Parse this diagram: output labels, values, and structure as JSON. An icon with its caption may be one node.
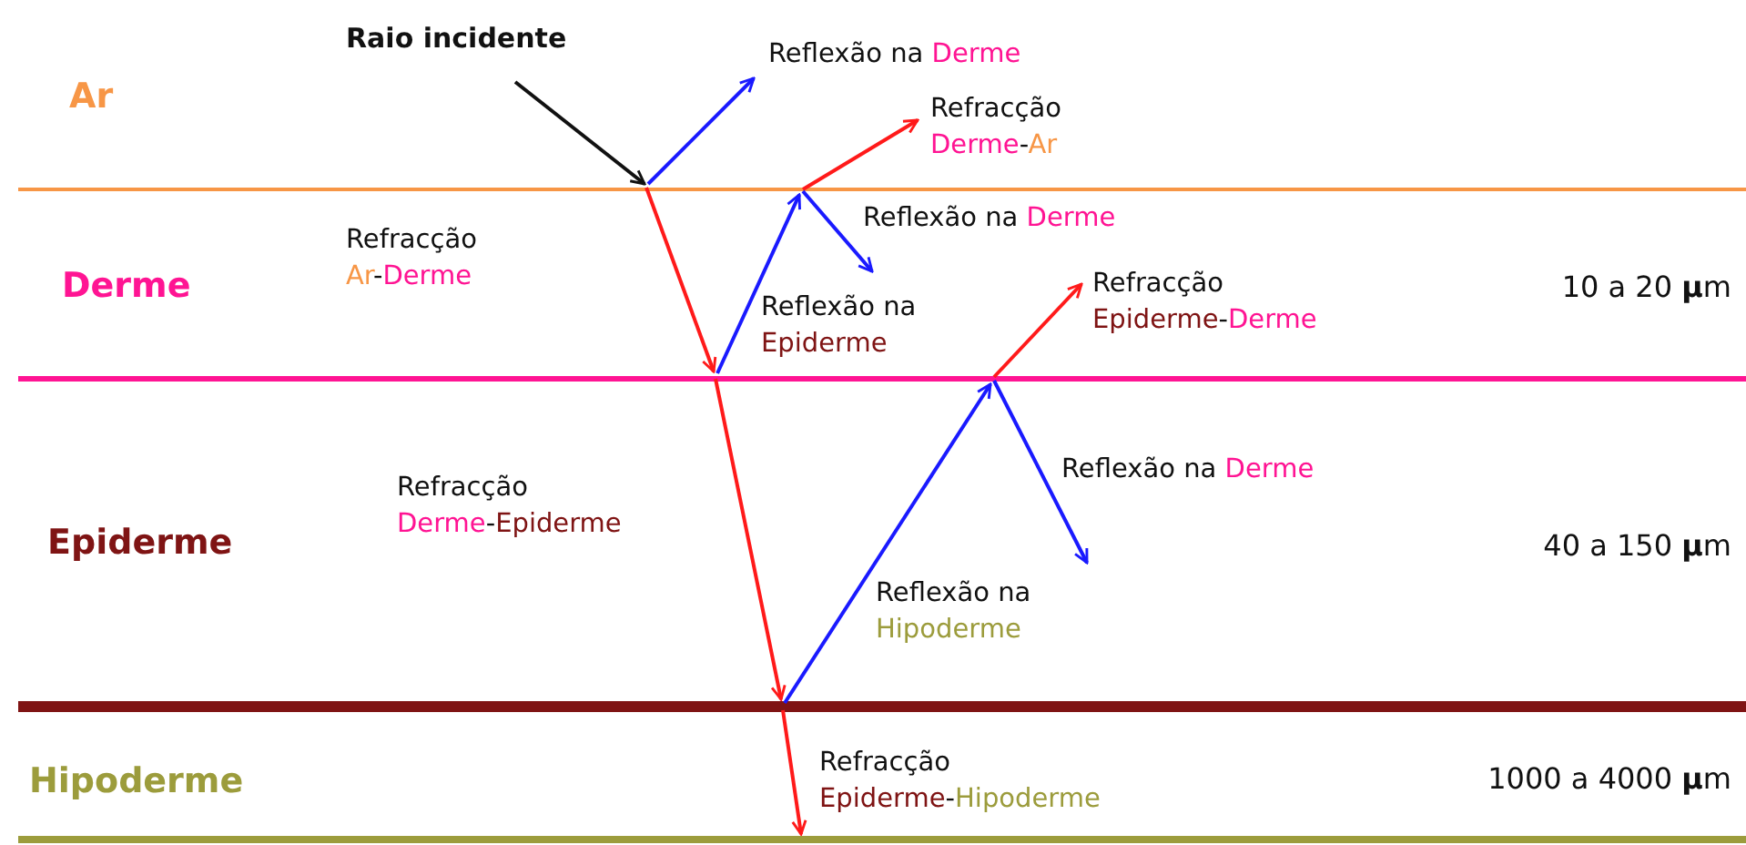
{
  "diagram": {
    "labels": [
      "Raio incidente",
      "Reflexão na Derme",
      "Ar",
      "Refracção Derme-Ar",
      "Refracção Ar-Derme",
      "Reflexão na Derme",
      "Derme",
      "Reflexão na Epiderme",
      "Refracção Epiderme-Derme",
      "10 a 20 **µ**m",
      "Reflexão na Derme",
      "Refracção Derme-Epiderme",
      "Epiderme",
      "40 a 150 **µ**m",
      "Reflexão na Hipoderme",
      "Hipoderme",
      "Refracção Epiderme-Hipoderme",
      "1000 a 4000 **µ**m"
    ]
  }
}
